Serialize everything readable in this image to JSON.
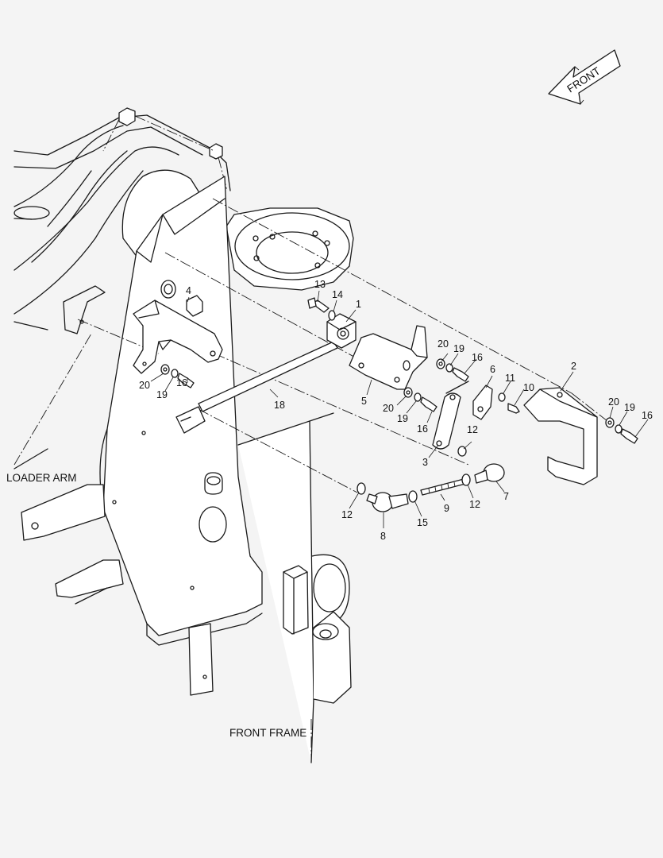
{
  "labels": {
    "front_arrow": "FRONT",
    "loader_arm": "LOADER ARM",
    "front_frame": "FRONT FRAME"
  },
  "callouts": {
    "c1": "1",
    "c2": "2",
    "c3": "3",
    "c4": "4",
    "c5": "5",
    "c6": "6",
    "c7": "7",
    "c8": "8",
    "c9": "9",
    "c10": "10",
    "c11": "11",
    "c12a": "12",
    "c12b": "12",
    "c12c": "12",
    "c13": "13",
    "c14": "14",
    "c15": "15",
    "c16a": "16",
    "c16b": "16",
    "c16c": "16",
    "c16d": "16",
    "c18": "18",
    "c19a": "19",
    "c19b": "19",
    "c19c": "19",
    "c19d": "19",
    "c20a": "20",
    "c20b": "20",
    "c20c": "20",
    "c20d": "20"
  },
  "colors": {
    "background": "#f4f4f4",
    "line": "#1a1a1a"
  }
}
